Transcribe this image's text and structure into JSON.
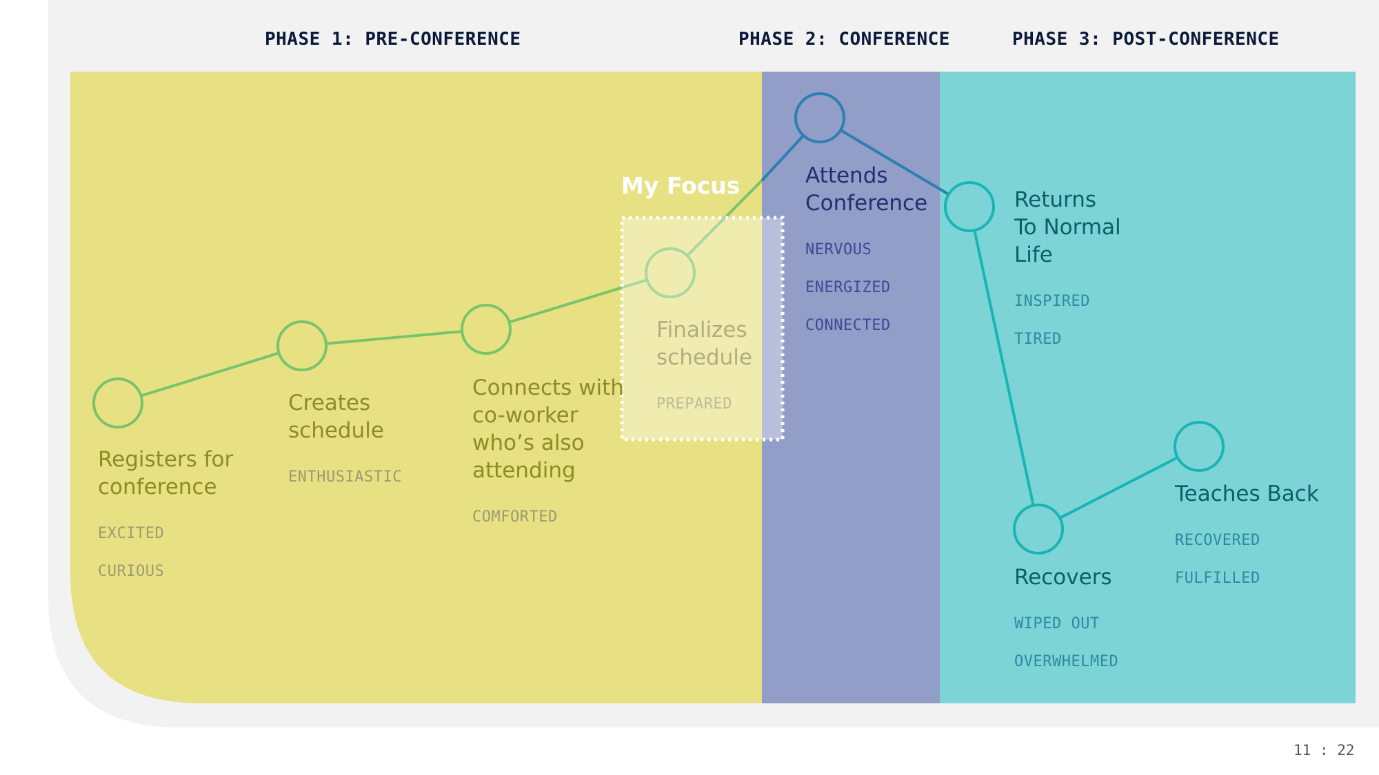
{
  "phases": [
    {
      "label": "PHASE 1: PRE-CONFERENCE",
      "color": "#e8e184"
    },
    {
      "label": "PHASE 2: CONFERENCE",
      "color": "#929dc8"
    },
    {
      "label": "PHASE 3: POST-CONFERENCE",
      "color": "#7dd4d6"
    }
  ],
  "focus_label": "My Focus",
  "steps": [
    {
      "title": "Registers for\nconference",
      "emotions": [
        "EXCITED",
        "CURIOUS"
      ],
      "phase": 1
    },
    {
      "title": "Creates\nschedule",
      "emotions": [
        "ENTHUSIASTIC"
      ],
      "phase": 1
    },
    {
      "title": "Connects with\nco-worker\nwho’s also\nattending",
      "emotions": [
        "COMFORTED"
      ],
      "phase": 1
    },
    {
      "title": "Finalizes\nschedule",
      "emotions": [
        "PREPARED"
      ],
      "phase": 1
    },
    {
      "title": "Attends\nConference",
      "emotions": [
        "NERVOUS",
        "ENERGIZED",
        "CONNECTED"
      ],
      "phase": 2
    },
    {
      "title": "Returns\nTo Normal\nLife",
      "emotions": [
        "INSPIRED",
        "TIRED"
      ],
      "phase": 3
    },
    {
      "title": "Recovers",
      "emotions": [
        "WIPED OUT",
        "OVERWHELMED"
      ],
      "phase": 3
    },
    {
      "title": "Teaches Back",
      "emotions": [
        "RECOVERED",
        "FULFILLED"
      ],
      "phase": 3
    }
  ],
  "colors": {
    "frame": "#f2f2f2",
    "line_phase1": "#78c46a",
    "line_phase2": "#2a80b0",
    "line_phase3": "#17b5b5",
    "focus_border": "#ffffff"
  },
  "page_number": "11 : 22"
}
